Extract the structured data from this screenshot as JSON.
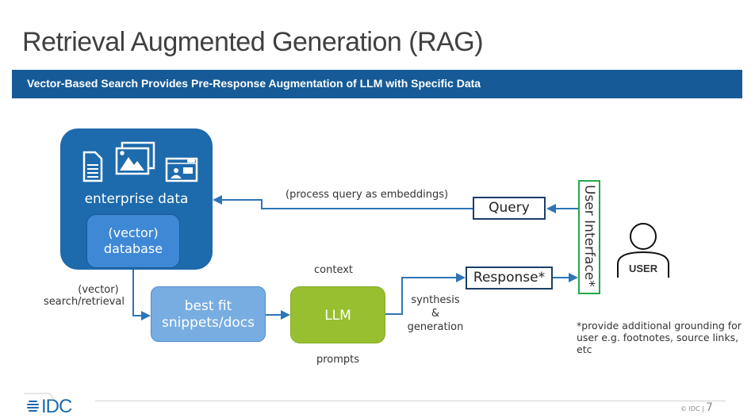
{
  "slide": {
    "title": "Retrieval Augmented Generation (RAG)",
    "banner": "Vector-Based Search Provides Pre-Response Augmentation of LLM with Specific Data",
    "colors": {
      "banner": "#165b97",
      "enterprise": "#1d6aad",
      "vector_db": "#3f88d6",
      "snippets": "#78ade2",
      "llm": "#97bf2f",
      "box_border": "#1b3f66",
      "ui_border": "#22a94a",
      "arrow": "#2e75b6"
    }
  },
  "diagram": {
    "enterprise": {
      "label": "enterprise data",
      "icons": [
        "document-icon",
        "images-icon",
        "video-chat-icon"
      ]
    },
    "vector_db": {
      "line1": "(vector)",
      "line2": "database"
    },
    "retrieval_label": {
      "line1": "(vector)",
      "line2": "search/retrieval"
    },
    "snippets": {
      "line1": "best fit",
      "line2": "snippets/docs"
    },
    "llm": {
      "label": "LLM",
      "top_label": "context",
      "bottom_label": "prompts"
    },
    "synthesis": {
      "line1": "synthesis",
      "line2": "&",
      "line3": "generation"
    },
    "query_arrow_label": "(process query as embeddings)",
    "query": "Query",
    "response": "Response*",
    "user_interface": "User Interface*",
    "user": "USER",
    "footnote": {
      "line1": "*provide additional grounding for",
      "line2": "user e.g. footnotes, source links, etc"
    }
  },
  "footer": {
    "logo": "IDC",
    "copyright": "© IDC |",
    "page": "7"
  }
}
